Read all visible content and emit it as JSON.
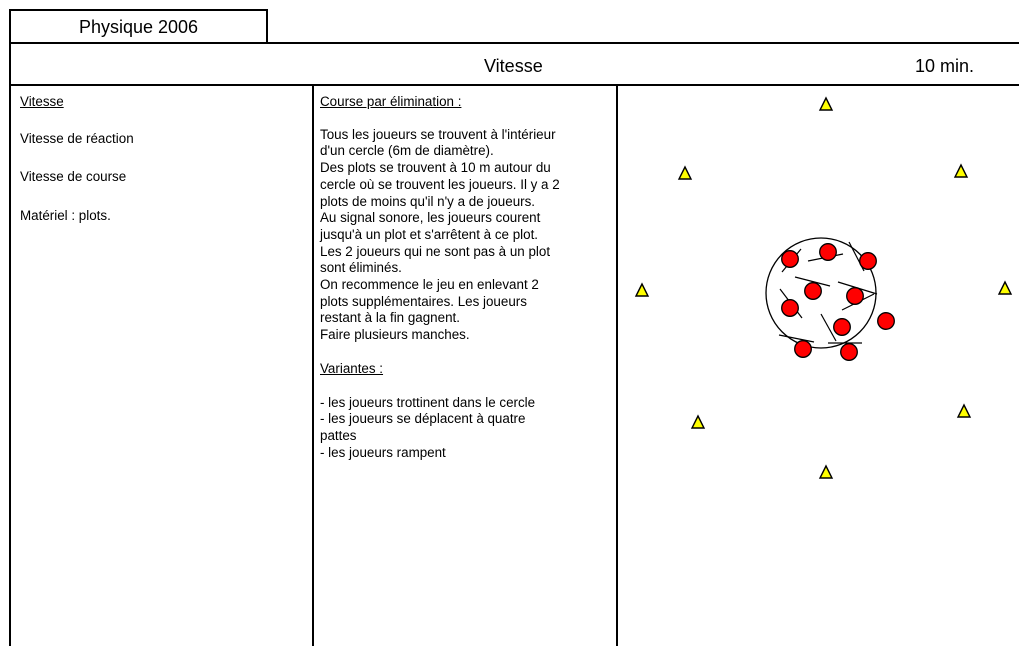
{
  "tab": {
    "label": "Physique 2006"
  },
  "header": {
    "title": "Vitesse",
    "duration": "10 min."
  },
  "left_column": {
    "heading": "Vitesse",
    "items": [
      "Vitesse de réaction",
      "Vitesse de course",
      "Matériel : plots."
    ]
  },
  "middle_column": {
    "heading": "Course par élimination :",
    "lines": [
      "Tous les joueurs se trouvent à l'intérieur",
      "d'un cercle (6m de diamètre).",
      "Des plots se trouvent à 10 m autour du",
      "cercle où se trouvent les joueurs. Il y a 2",
      "plots de moins qu'il n'y a de joueurs.",
      "Au signal sonore, les joueurs courent",
      "jusqu'à un plot et s'arrêtent à ce plot.",
      "Les 2 joueurs qui ne sont pas à un plot",
      "sont éliminés.",
      "On recommence le jeu en enlevant 2",
      "plots supplémentaires. Les joueurs",
      "restant à la fin gagnent.",
      "Faire plusieurs manches."
    ],
    "variants_heading": "Variantes :",
    "variants": [
      "- les joueurs trottinent dans le cercle",
      "- les joueurs se déplacent à quatre",
      "pattes",
      "- les joueurs rampent"
    ]
  },
  "diagram": {
    "cone_count": 8,
    "player_count": 10,
    "cone_color": "#ffff00",
    "player_color": "#ff0000",
    "circle_color": "#ffffff"
  }
}
